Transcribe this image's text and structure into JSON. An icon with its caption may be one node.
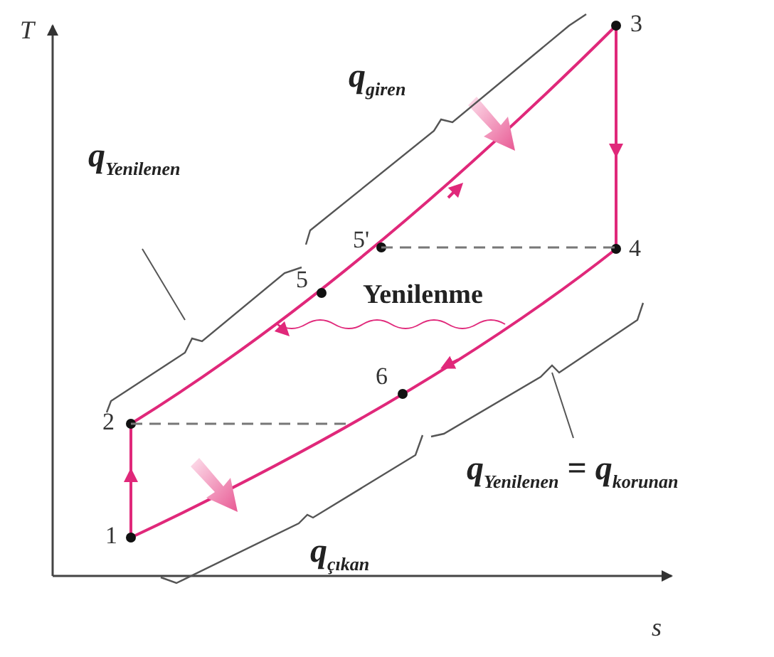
{
  "diagram": {
    "labels": [
      "T",
      "3",
      "*q*$_{giren}$",
      "*q*$_{Yenilenen}$",
      "5'",
      "4",
      "5",
      "Yenilenme",
      "2",
      "6",
      "*q*$_{Yenilenen}$ = *q*$_{korunan}$",
      "1",
      "*q*$_{çıkan}$",
      "s"
    ]
  }
}
